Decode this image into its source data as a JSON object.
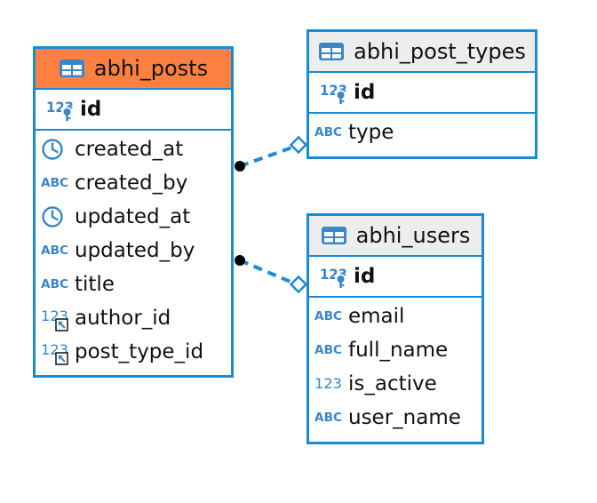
{
  "colors": {
    "border": "#1a8ad2",
    "icon": "#3a86c8",
    "header_highlight": "#ff8040",
    "header_default": "#ededed"
  },
  "entities": {
    "posts": {
      "title": "abhi_posts",
      "pk": {
        "name": "id",
        "icon": "numeric-key-icon"
      },
      "columns": [
        {
          "name": "created_at",
          "icon": "clock-icon"
        },
        {
          "name": "created_by",
          "icon": "text-icon"
        },
        {
          "name": "updated_at",
          "icon": "clock-icon"
        },
        {
          "name": "updated_by",
          "icon": "text-icon"
        },
        {
          "name": "title",
          "icon": "text-icon"
        },
        {
          "name": "author_id",
          "icon": "numeric-fk-icon"
        },
        {
          "name": "post_type_id",
          "icon": "numeric-fk-icon"
        }
      ]
    },
    "post_types": {
      "title": "abhi_post_types",
      "pk": {
        "name": "id",
        "icon": "numeric-key-icon"
      },
      "columns": [
        {
          "name": "type",
          "icon": "text-icon"
        }
      ]
    },
    "users": {
      "title": "abhi_users",
      "pk": {
        "name": "id",
        "icon": "numeric-key-icon"
      },
      "columns": [
        {
          "name": "email",
          "icon": "text-icon"
        },
        {
          "name": "full_name",
          "icon": "text-icon"
        },
        {
          "name": "is_active",
          "icon": "numeric-icon"
        },
        {
          "name": "user_name",
          "icon": "text-icon"
        }
      ]
    }
  },
  "icon_text": {
    "abc": "ABC",
    "num": "123"
  },
  "relationships": [
    {
      "from": "abhi_posts",
      "to": "abhi_post_types"
    },
    {
      "from": "abhi_posts",
      "to": "abhi_users"
    }
  ]
}
